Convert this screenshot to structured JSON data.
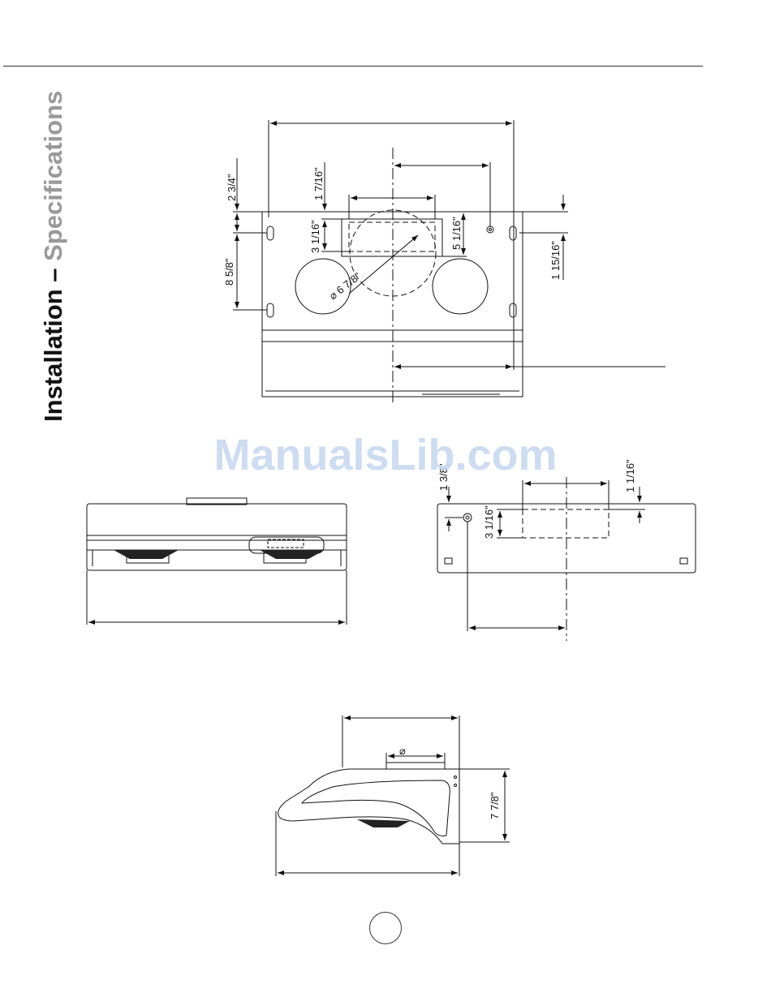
{
  "page": {
    "side_title_primary": "Installation –",
    "side_title_secondary": "Specifications",
    "watermark": "ManualsLib.com"
  },
  "top_view": {
    "dims": {
      "d_2_3_4": "2 3/4\"",
      "d_1_7_16": "1 7/16\"",
      "d_3_1_16": "3 1/16\"",
      "d_5_1_16": "5 1/16\"",
      "d_8_5_8": "8 5/8\"",
      "d_1_15_16": "1 15/16\"",
      "d_dia_6_7_8": "⌀ 6 7/8\""
    }
  },
  "right_view": {
    "dims": {
      "d_1_3_8": "1 3/8\"",
      "d_1_1_16": "1 1/16\"",
      "d_3_1_16": "3 1/16\""
    }
  },
  "side_view": {
    "dims": {
      "d_dia": "⌀",
      "d_7_7_8": "7 7/8\""
    }
  }
}
